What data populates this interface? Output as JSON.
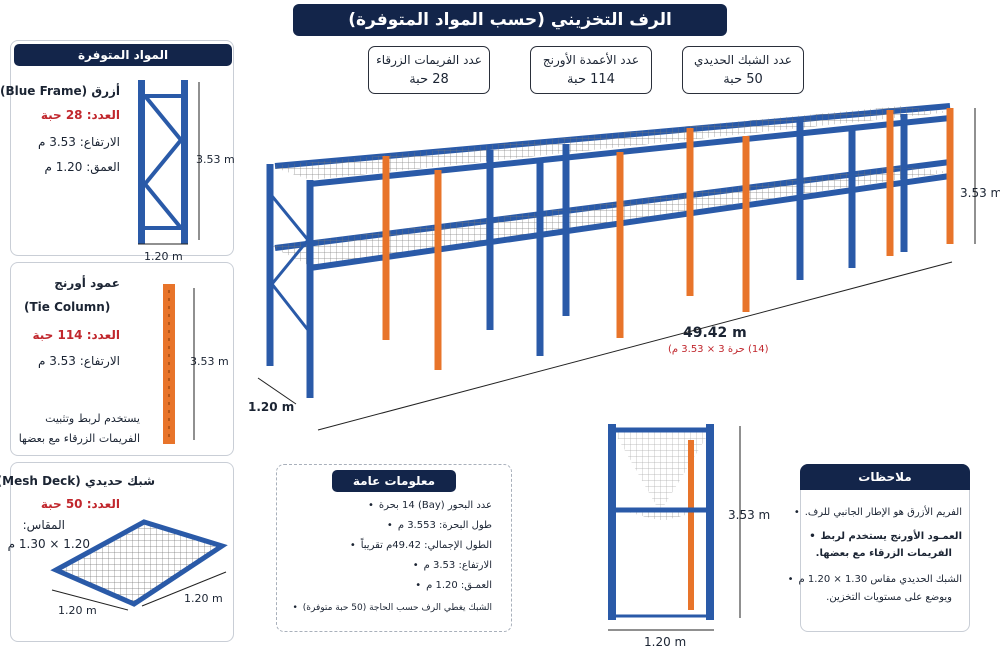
{
  "title": "الرف التخزيني (حسب المواد المتوفرة)",
  "stats": [
    {
      "label": "عدد الشبك الحديدي",
      "value": "50 حبة"
    },
    {
      "label": "عدد الأعمدة الأورنج",
      "value": "114 حبة"
    },
    {
      "label": "عدد الفريمات الزرقاء",
      "value": "28 حبة"
    }
  ],
  "materials": {
    "header": "المواد المتوفرة",
    "frame": {
      "name": "أزرق (Blue Frame)",
      "count": "العدد: 28 حبة",
      "height": "الارتفاع: 3.53 م",
      "depth": "العمق: 1.20 م",
      "dim_h": "3.53 m",
      "dim_w": "1.20 m"
    },
    "column": {
      "name": "عمود أورنج",
      "name_en": "(Tie Column)",
      "count": "العدد: 114 حبة",
      "height": "الارتفاع: 3.53 م",
      "dim_h": "3.53 m",
      "desc1": "يستخدم لربط وتثبيت",
      "desc2": "الفريمات الزرقاء مع بعضها"
    },
    "mesh": {
      "name": "شبك حديدي (Mesh Deck)",
      "count": "العدد: 50 حبة",
      "size_label": "المقاس:",
      "size": "1.20 × 1.30 م",
      "dim_a": "1.20 m",
      "dim_b": "1.20 m"
    }
  },
  "main_dims": {
    "height": "3.53 m",
    "length": "49.42 m",
    "length_note": "(14) حرة 3 × 3.53 م)",
    "depth": "1.20 m"
  },
  "general": {
    "header": "معلومات عامة",
    "items": [
      "عدد البحور (Bay)  14 بحرة",
      "طول البحرة: 3.553 م",
      "الطول الإجمالي: 49.42م تقريباً",
      "الارتفاع: 3.53 م",
      "العمـق: 1.20 م",
      "الشبك يغطي الرف حسب الحاجة (50 حبة متوفرة)"
    ]
  },
  "end_view": {
    "height": "3.53 m",
    "width": "1.20 m"
  },
  "notes": {
    "header": "ملاحظات",
    "items": [
      "الفريم الأزرق هو الإطار الجانبي للرف.",
      "العمـود الأورنج يستخدم لربط",
      "الفريمات الزرقاء مع بعضها.",
      "الشبك الحديدي مقاس 1.30 × 1.20 م",
      "ويوضع على مستويات التخزين."
    ]
  },
  "colors": {
    "navy": "#13254a",
    "blue": "#2a5aa8",
    "orange": "#e8742a",
    "red": "#c1272d"
  }
}
